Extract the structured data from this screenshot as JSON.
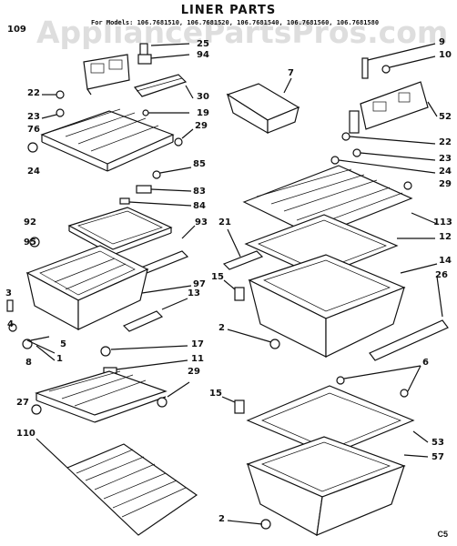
{
  "header": {
    "title": "LINER PARTS",
    "models_line": "For Models: 106.7681510, 106.7681520, 106.7681540, 106.7681560, 106.7681580"
  },
  "watermark": "AppliancePartsPros.com",
  "figure_code": "C5",
  "part_labels": {
    "p109": "109",
    "p25": "25",
    "p94": "94",
    "p22a": "22",
    "p30": "30",
    "p23a": "23",
    "p19": "19",
    "p76": "76",
    "p29a": "29",
    "p24a": "24",
    "p85": "85",
    "p83": "83",
    "p84": "84",
    "p92": "92",
    "p95": "95",
    "p93": "93",
    "p97": "97",
    "p3": "3",
    "p13": "13",
    "p4": "4",
    "p5": "5",
    "p1": "1",
    "p17": "17",
    "p11": "11",
    "p8": "8",
    "p29b": "29",
    "p27": "27",
    "p110": "110",
    "p7": "7",
    "p9": "9",
    "p10": "10",
    "p52": "52",
    "p22b": "22",
    "p23b": "23",
    "p24b": "24",
    "p29c": "29",
    "p21": "21",
    "p113": "113",
    "p12": "12",
    "p15a": "15",
    "p14": "14",
    "p26": "26",
    "p2a": "2",
    "p6": "6",
    "p15b": "15",
    "p53": "53",
    "p57": "57",
    "p2b": "2"
  }
}
